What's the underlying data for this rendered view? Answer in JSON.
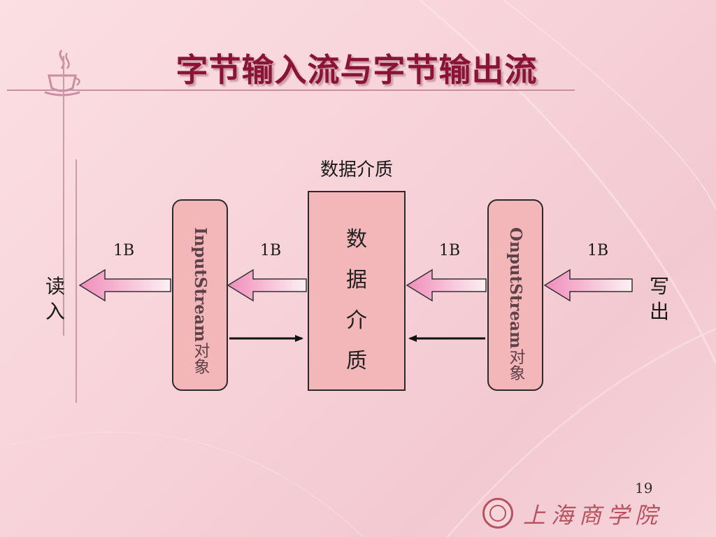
{
  "title": "字节输入流与字节输出流",
  "medium": {
    "caption": "数据介质",
    "chars": [
      "数",
      "据",
      "介",
      "质"
    ]
  },
  "input_stream": {
    "name": "InputStream",
    "suffix": "对象"
  },
  "output_stream": {
    "name": "OnputStream",
    "suffix": "对象"
  },
  "read_label": "读入",
  "write_label": "写出",
  "byte_labels": [
    "1B",
    "1B",
    "1B",
    "1B"
  ],
  "page_number": "19",
  "school_name": "上海商学院",
  "colors": {
    "title": "#8a1438",
    "box_fill": "#f4b7b9",
    "arrow_light": "#fbe3ea",
    "arrow_dark": "#f08cbb",
    "school": "#b8505e"
  }
}
